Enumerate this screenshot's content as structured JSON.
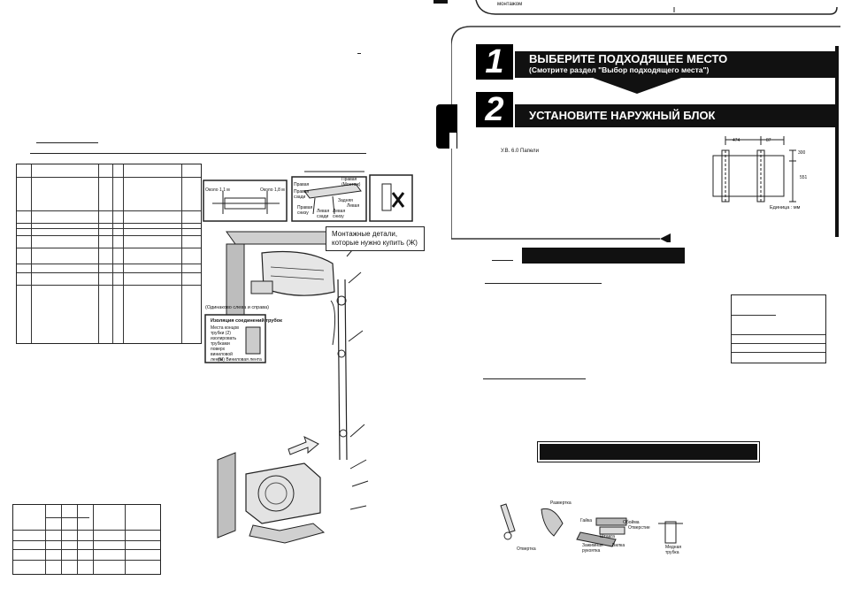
{
  "header": {
    "corner_text": "монтажом"
  },
  "steps": [
    {
      "number": "1",
      "title": "ВЫБЕРИТЕ ПОДХОДЯЩЕЕ МЕСТО",
      "subtitle": "(Смотрите раздел \"Выбор подходящего места\")"
    },
    {
      "number": "2",
      "title": "УСТАНОВИТЕ НАРУЖНЫЙ БЛОК"
    }
  ],
  "outdoor_unit": {
    "note": "У.В.  6.0 Папели",
    "dims": [
      "474",
      "87",
      "300",
      "551"
    ],
    "unit_label": "Единица : мм"
  },
  "installation_figure": {
    "distance_labels": [
      "Около 1,1 м",
      "Около 1,8 м"
    ],
    "direction_labels": [
      "Правая",
      "Правая сзади",
      "Правая снизу",
      "Левая сзади",
      "Левая снизу",
      "Задняя",
      "Левая",
      "Правая (Монтаж)"
    ],
    "callout_parts": "Монтажные детали, которые нужно купить (Ж)",
    "callout_hint": "(Одинаково слева и справа)",
    "insulation_title": "Изоляция соединений трубок",
    "insulation_text": "Места концов трубки (2) изолировать трубками поверх виниловой ленты",
    "insulation_legend": "(Ж) Виниловая лента"
  },
  "tools_figure": {
    "labels": [
      "Развертка",
      "Гайка",
      "Обойма",
      "Отверстие",
      "Отвертка",
      "Штанга",
      "Зажимная рукоятка",
      "Вилка",
      "Медная трубка"
    ]
  },
  "colors": {
    "ink": "#111111",
    "paper": "#ffffff"
  }
}
